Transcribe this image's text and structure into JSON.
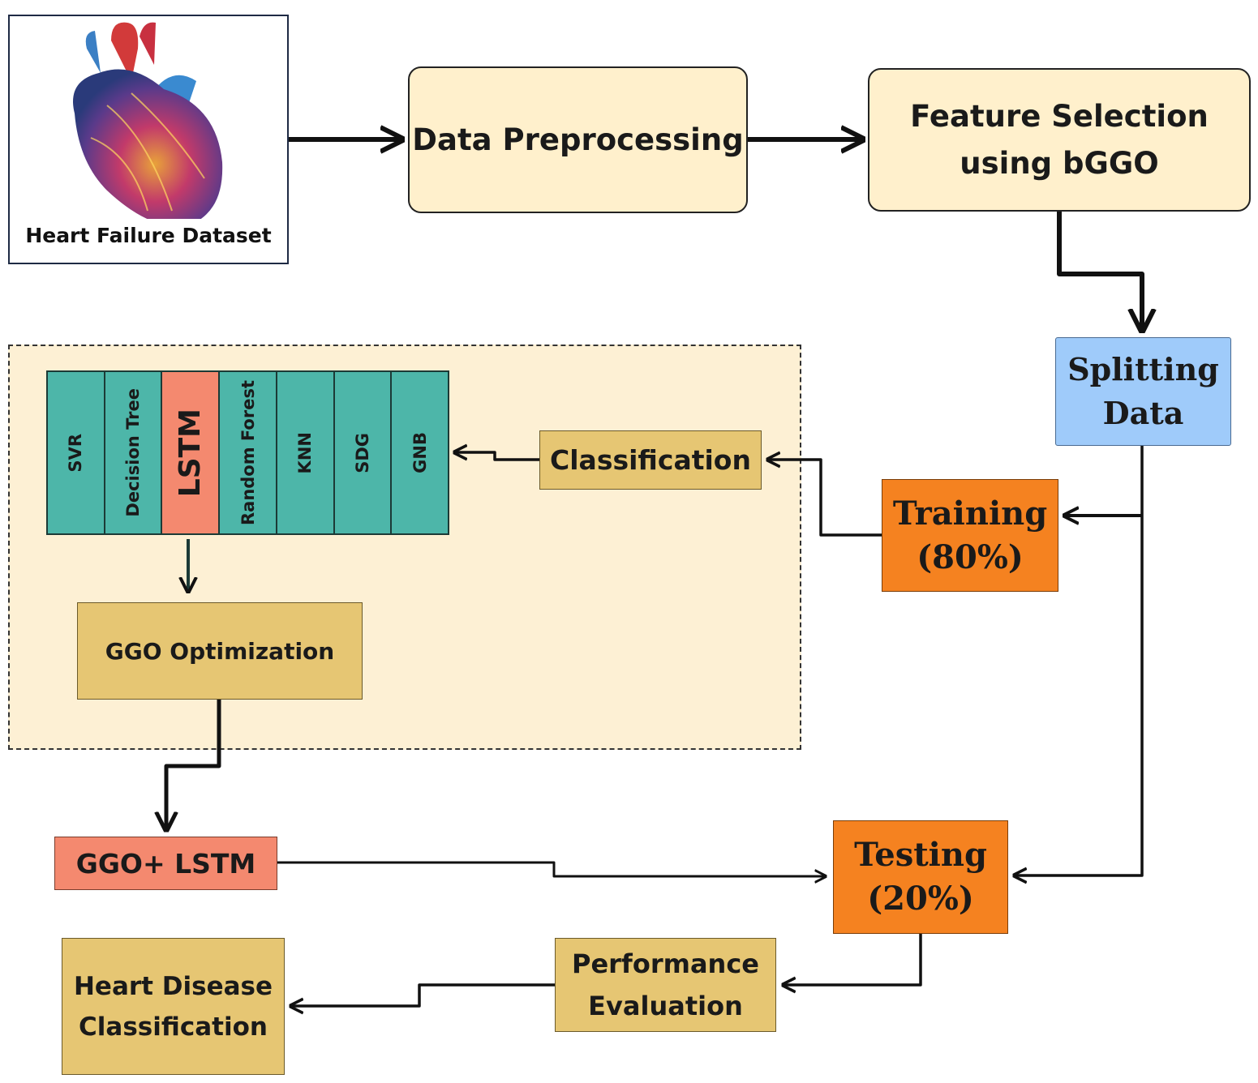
{
  "dataset": {
    "label": "Heart Failure Dataset",
    "icon": "heart-icon"
  },
  "steps": {
    "preprocessing": "Data Preprocessing",
    "feature_selection": [
      "Feature Selection",
      "using bGGO"
    ],
    "splitting": [
      "Splitting",
      "Data"
    ],
    "training": [
      "Training",
      "(80%)"
    ],
    "testing": [
      "Testing",
      "(20%)"
    ],
    "classification": "Classification",
    "ggo_optimization": "GGO Optimization",
    "ggo_lstm": "GGO+ LSTM",
    "performance": [
      "Performance",
      "Evaluation"
    ],
    "result": [
      "Heart Disease",
      "Classification"
    ]
  },
  "classifiers": [
    "SVR",
    "Decision Tree",
    "LSTM",
    "Random Forest",
    "KNN",
    "SDG",
    "GNB"
  ],
  "highlighted_classifier": "LSTM",
  "colors": {
    "cream": "#fff0cc",
    "gold": "#e6c673",
    "orange": "#f58220",
    "blue": "#9fcbfa",
    "teal": "#4db6a9",
    "salmon": "#f4896f",
    "panel": "#fdf0d4"
  }
}
